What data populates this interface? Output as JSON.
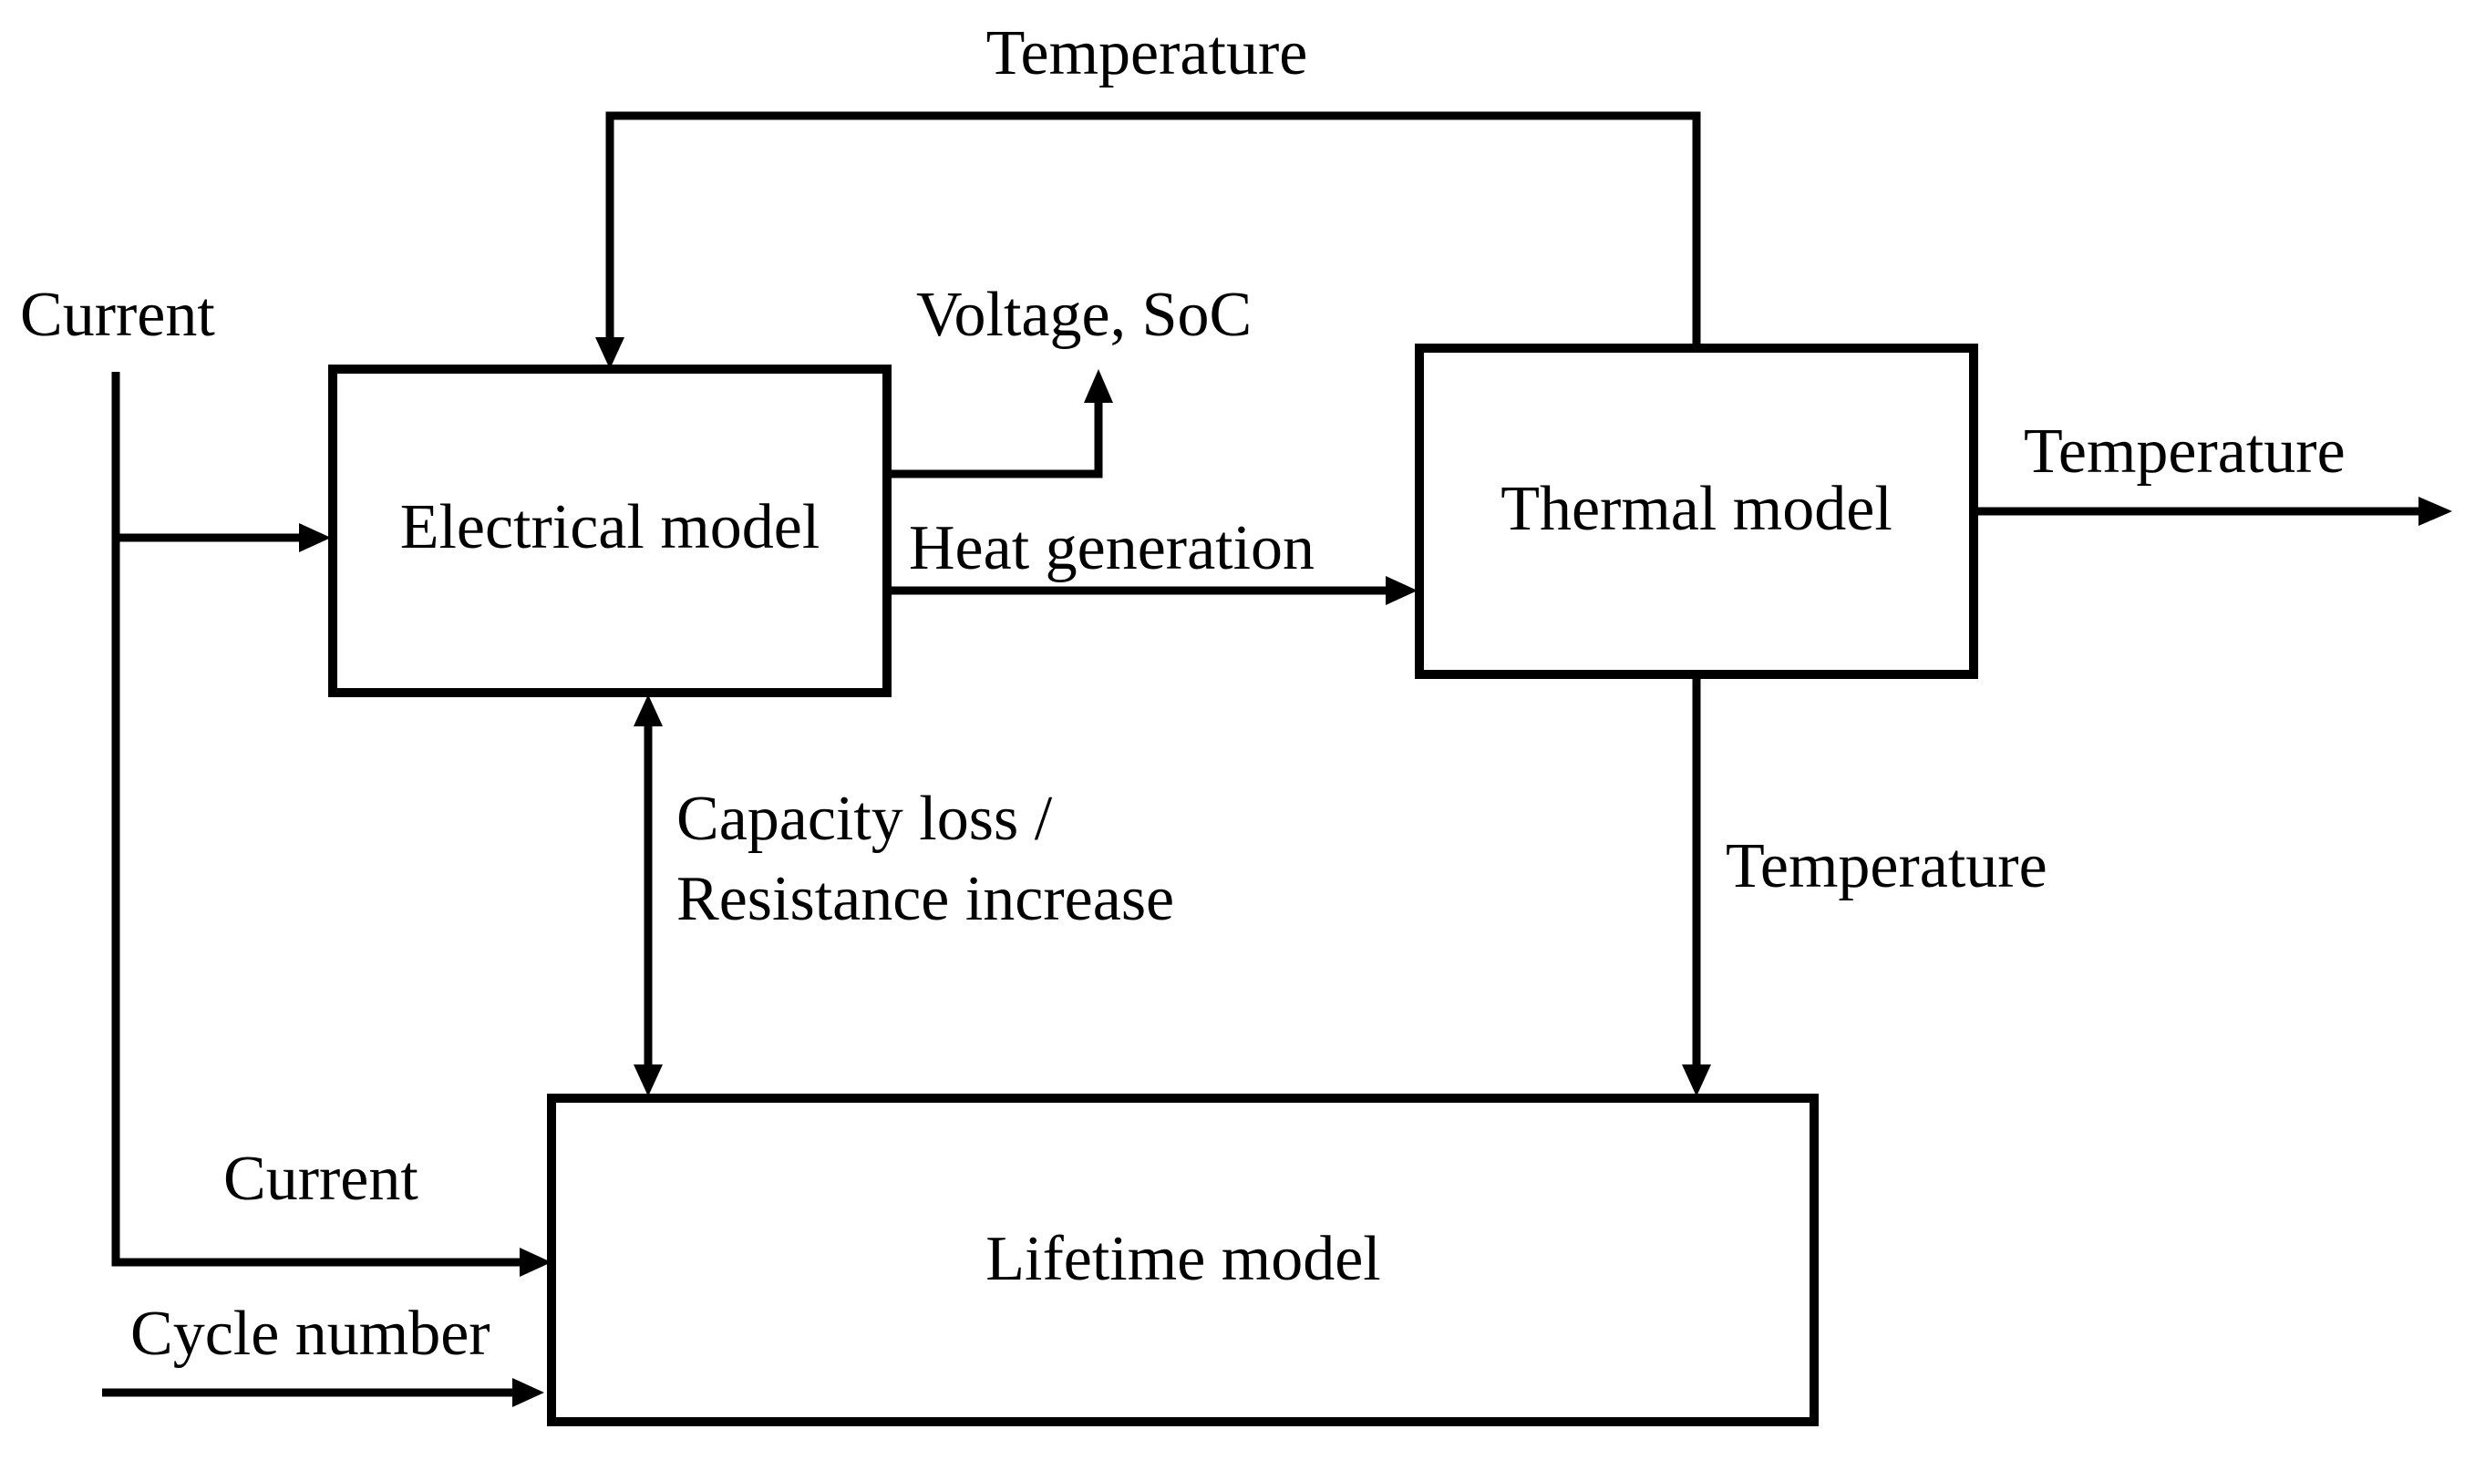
{
  "diagram": {
    "nodes": {
      "electrical": "Electrical model",
      "thermal": "Thermal model",
      "lifetime": "Lifetime model"
    },
    "edge_labels": {
      "temperature_feedback": "Temperature",
      "current_in": "Current",
      "voltage_soc": "Voltage, SoC",
      "heat_generation": "Heat generation",
      "temperature_out": "Temperature",
      "capacity_loss_line1": "Capacity loss /",
      "capacity_loss_line2": "Resistance increase",
      "temperature_to_lifetime": "Temperature",
      "current_to_lifetime": "Current",
      "cycle_number": "Cycle number"
    }
  }
}
